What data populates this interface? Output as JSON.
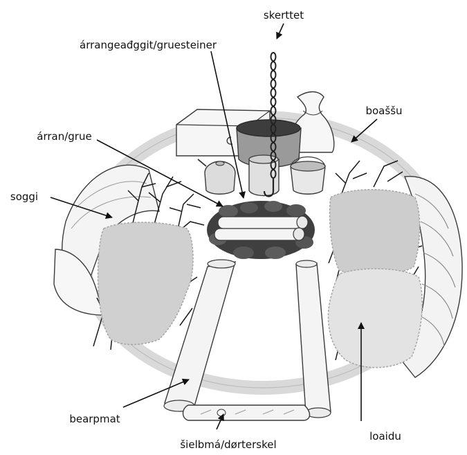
{
  "labels": {
    "skerttet": "skerttet",
    "arrangeadggit": "árrangeađggit/gruesteiner",
    "bossu": "boaššu",
    "arran": "árran/grue",
    "soggi": "soggi",
    "bearpmat": "bearpmat",
    "loaidu": "loaidu",
    "sielbma": "šielbmá/dørterskel"
  },
  "colors": {
    "outline": "#3a3a3a",
    "ring": "#e6e6e6",
    "fur": "#cfcfcf",
    "furLight": "#e4e4e4",
    "stone": "#4a4a4a",
    "wood": "#f2f2f2",
    "pot": "#555555"
  }
}
